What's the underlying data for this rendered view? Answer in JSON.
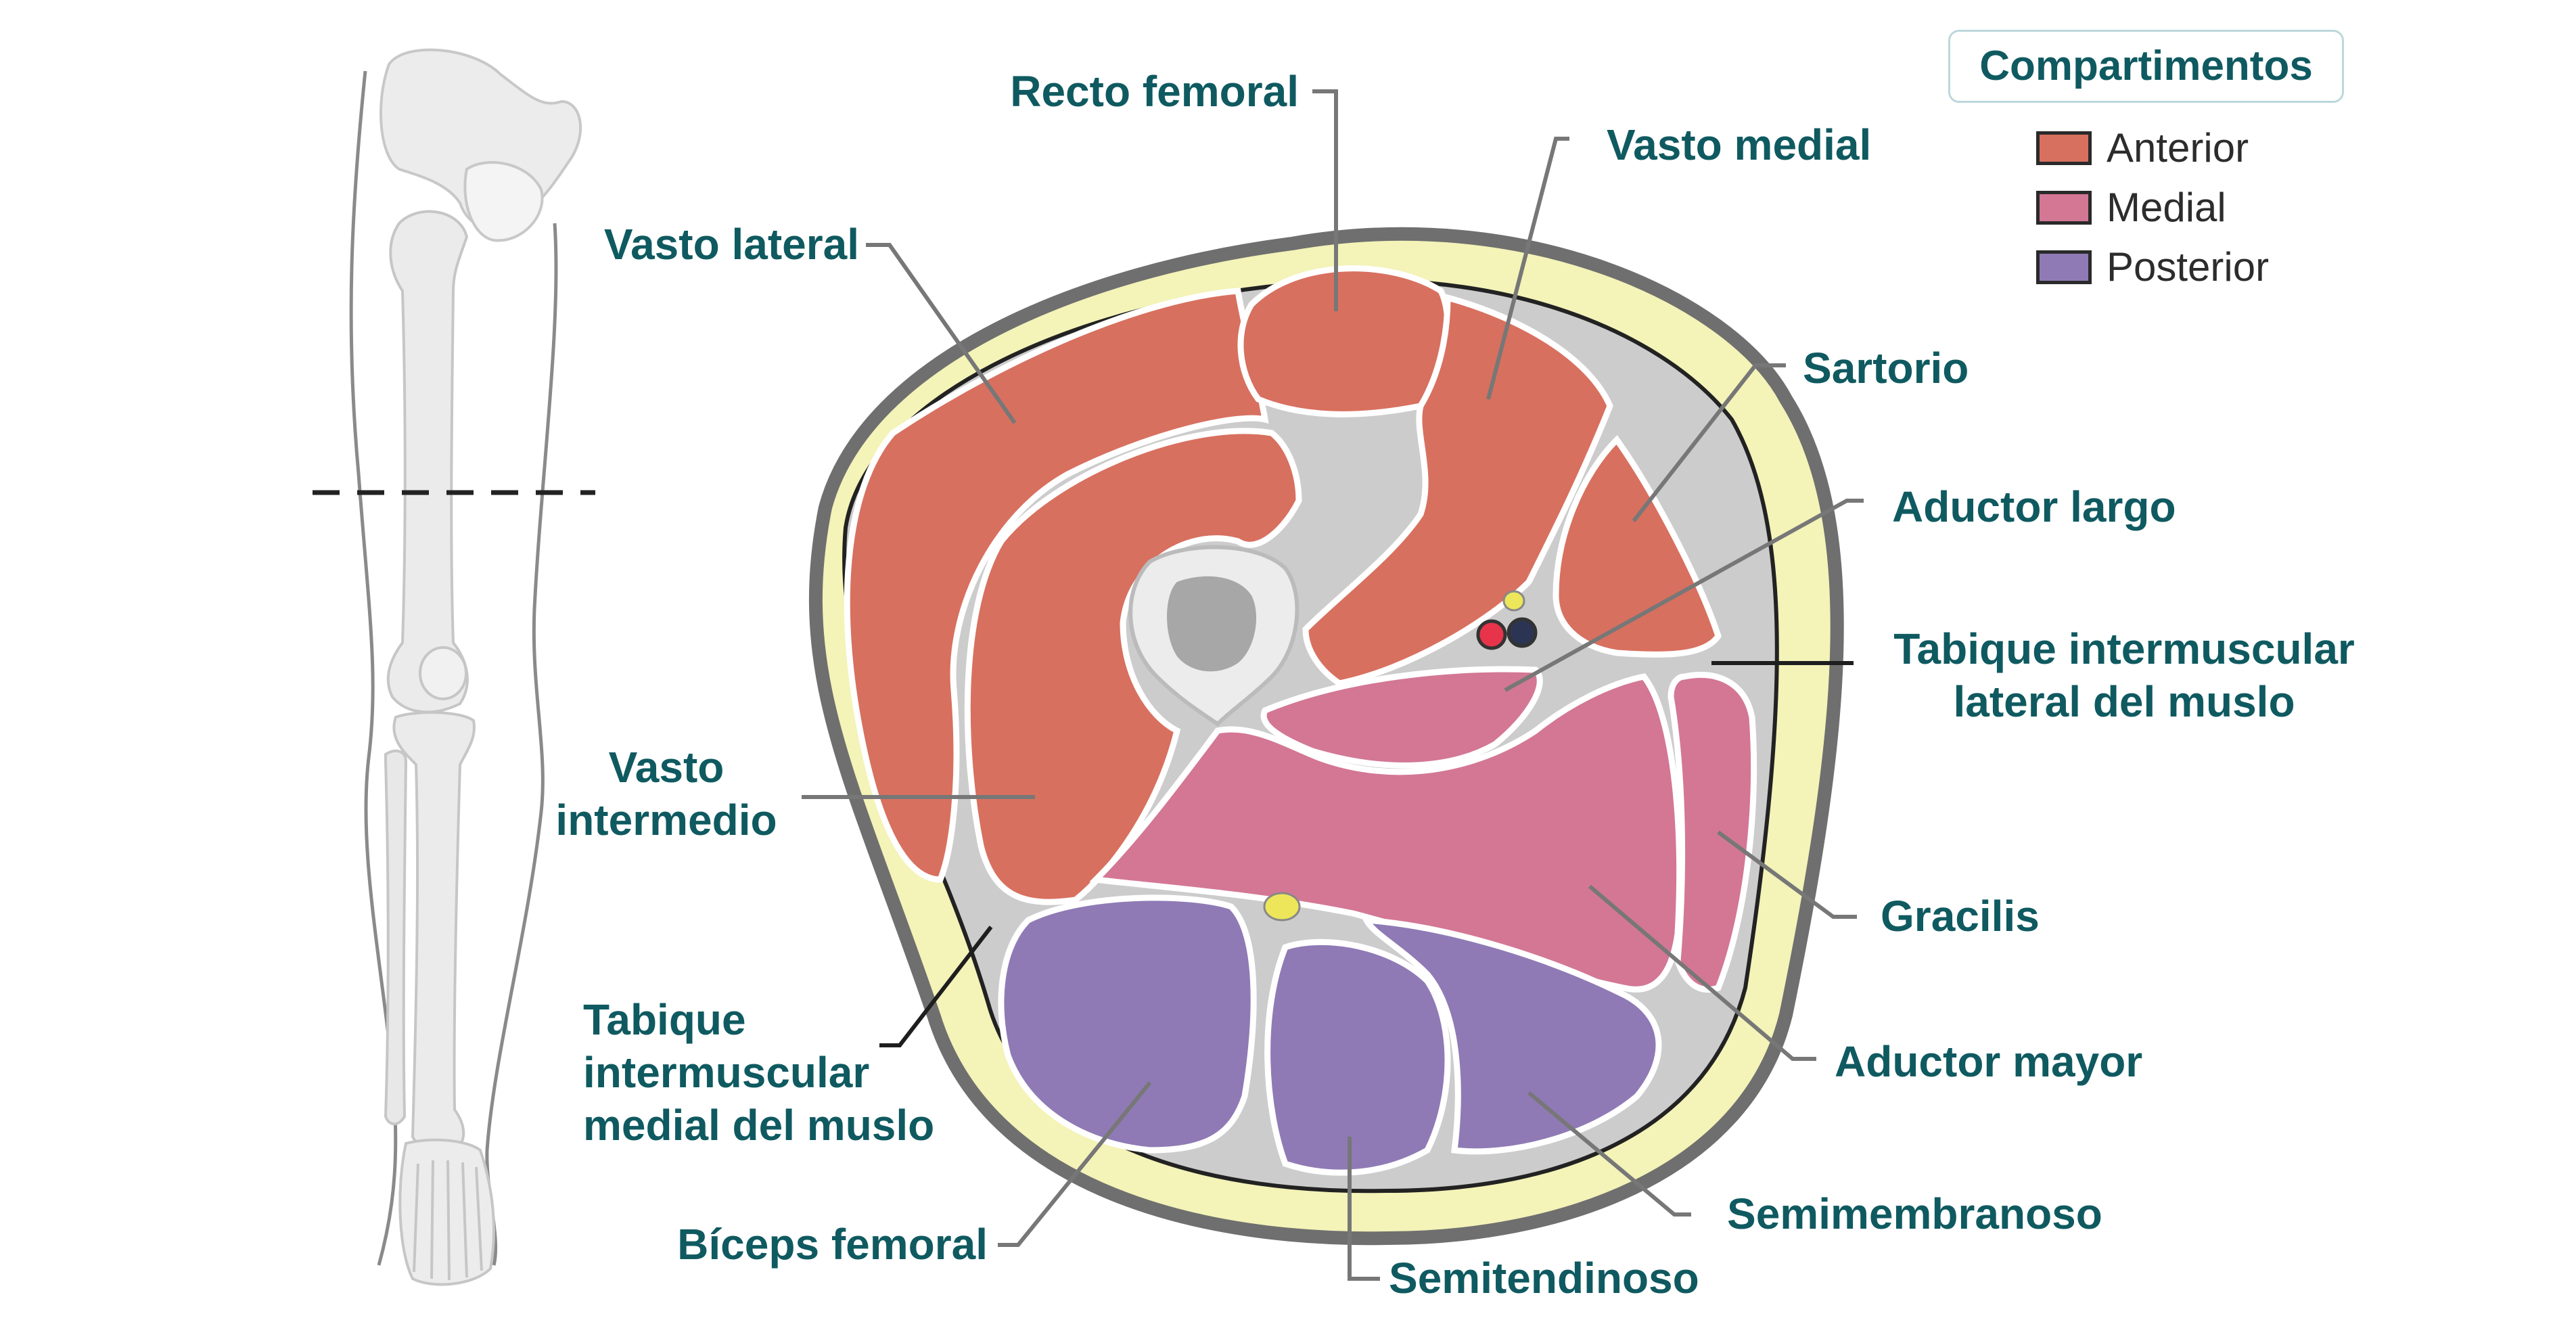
{
  "colors": {
    "label_text": "#0f5a60",
    "anterior": "#d8705f",
    "medial": "#d37795",
    "posterior": "#8f7ab5",
    "fat": "#f4f3b8",
    "skin_outline": "#6f6f6f",
    "fascia": "#c9c9c9",
    "bone_cortex": "#ececec",
    "bone_marrow": "#a7a7a7",
    "leg_bone": "#ebebeb"
  },
  "legend": {
    "title": "Compartimentos",
    "items": [
      {
        "label": "Anterior",
        "color": "#d8705f"
      },
      {
        "label": "Medial",
        "color": "#d37795"
      },
      {
        "label": "Posterior",
        "color": "#8f7ab5"
      }
    ]
  },
  "labels": {
    "recto_femoral": "Recto femoral",
    "vasto_medial": "Vasto medial",
    "vasto_lateral": "Vasto lateral",
    "sartorio": "Sartorio",
    "aductor_largo": "Aductor largo",
    "tabique_lateral_1": "Tabique intermuscular",
    "tabique_lateral_2": "lateral del muslo",
    "vasto_intermedio_1": "Vasto",
    "vasto_intermedio_2": "intermedio",
    "gracilis": "Gracilis",
    "tabique_medial_1": "Tabique",
    "tabique_medial_2": "intermuscular",
    "tabique_medial_3": "medial del muslo",
    "aductor_mayor": "Aductor mayor",
    "semimembranoso": "Semimembranoso",
    "biceps_femoral": "Bíceps femoral",
    "semitendinoso": "Semitendinoso"
  }
}
